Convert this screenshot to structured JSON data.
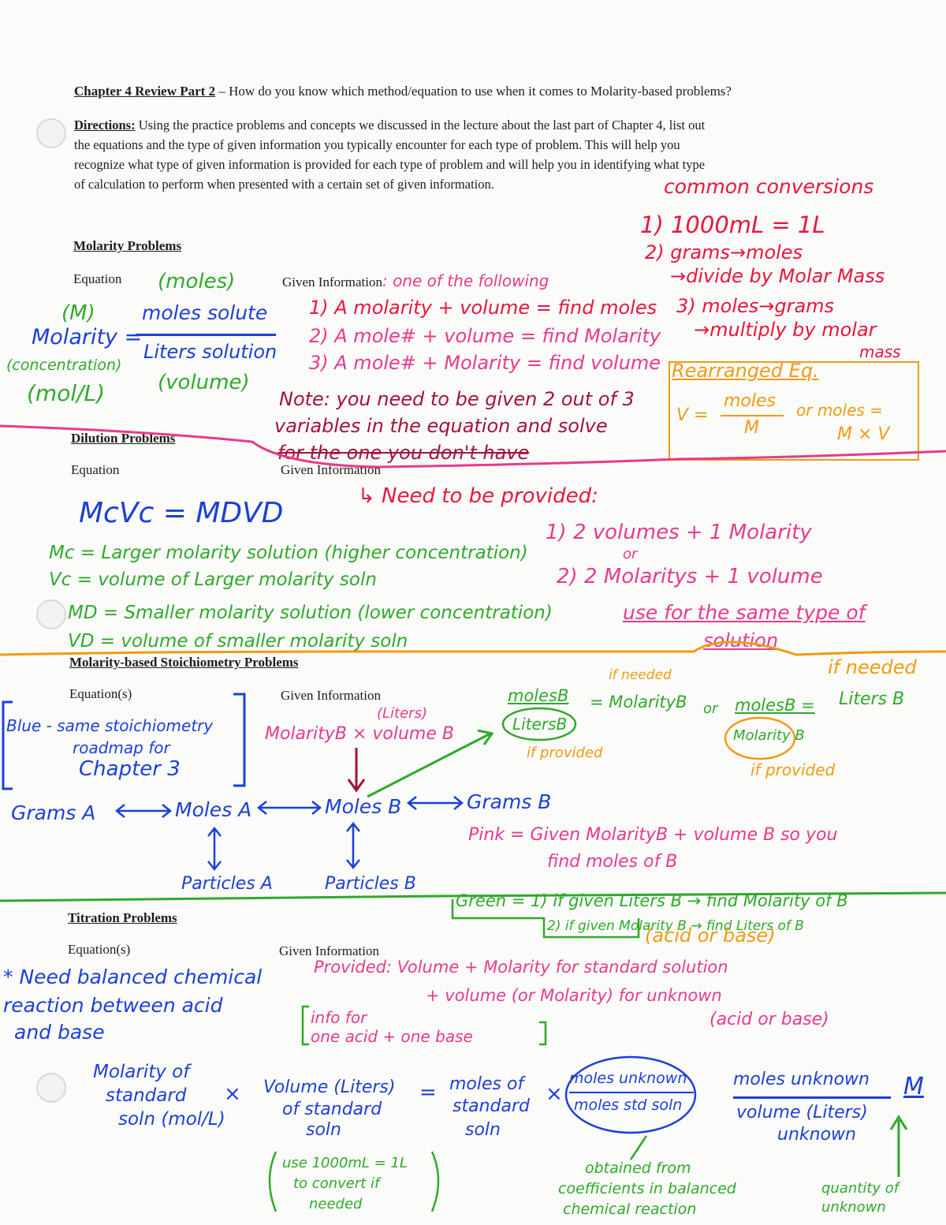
{
  "header": {
    "title": "Chapter 4 Review Part 2",
    "question": "– How do you know which method/equation to use when it comes to Molarity-based problems?",
    "directions_label": "Directions:",
    "directions_lines": [
      " Using the practice problems and concepts we discussed in the lecture about the last part of Chapter 4, list out",
      "the equations and the type of given information you typically encounter for each type of problem. This will help you",
      "recognize what type of given information is provided for each type of problem and will help you in identifying what type",
      "of calculation to perform when presented with a certain set of given information."
    ]
  },
  "conversions": {
    "heading": "common conversions",
    "items": [
      "1) 1000mL = 1L",
      "2) grams→moles",
      "→divide by Molar Mass",
      "3) moles→grams",
      "→multiply by molar",
      "mass"
    ]
  },
  "molarity": {
    "section": "Molarity Problems",
    "equation_label": "Equation",
    "given_label": "Given Information",
    "given_note": ": one of the following",
    "m": "(M)",
    "molarity": "Molarity =",
    "concentration": "(concentration)",
    "units": "(mol/L)",
    "moles_paren": "(moles)",
    "numerator": "moles solute",
    "denominator": "Liters solution",
    "volume_paren": "(volume)",
    "options": [
      "1) A molarity + volume = find moles",
      "2) A mole# + volume = find Molarity",
      "3) A mole# + Molarity = find volume"
    ],
    "note": [
      "Note: you need to be given 2 out of 3",
      "variables in the equation and solve",
      "for the one you don't have"
    ],
    "rearranged": {
      "title": "Rearranged Eq.",
      "v": "V =",
      "num": "moles",
      "den": "M",
      "or": "or moles =",
      "mxv": "M × V"
    }
  },
  "dilution": {
    "section": "Dilution Problems",
    "equation_label": "Equation",
    "given_label": "Given Information",
    "equation": "McVc = MDVD",
    "defs": [
      "Mc = Larger molarity solution (higher concentration)",
      "Vc = volume of Larger molarity soln",
      "MD = Smaller molarity solution (lower concentration)",
      "VD = volume of smaller molarity soln"
    ],
    "need": "↳ Need to be provided:",
    "opt1": "1) 2 volumes + 1 Molarity",
    "or": "or",
    "opt2": "2) 2 Molaritys + 1 volume",
    "same": "use for the same type of",
    "solution": "solution"
  },
  "stoich": {
    "section": "Molarity-based Stoichiometry Problems",
    "equation_label": "Equation(s)",
    "given_label": "Given Information",
    "blue_note": [
      "Blue - same stoichiometry",
      "roadmap for",
      "Chapter 3"
    ],
    "liters": "(Liters)",
    "molarity_volume": "MolarityB × volume B",
    "moles_b_over": "molesB",
    "liters_b": "LitersB",
    "eq_molarity": "= MolarityB",
    "if_needed": "if needed",
    "if_provided": "if provided",
    "or": "or",
    "moles_b_eq": "molesB =",
    "liters_b2": "Liters B",
    "molarity_b": "Molarity B",
    "if_needed2": "if needed",
    "if_provided2": "if provided",
    "grams_a": "Grams A",
    "moles_a": "Moles A",
    "moles_b": "Moles B",
    "grams_b": "Grams B",
    "particles_a": "Particles A",
    "particles_b": "Particles B",
    "pink_note": [
      "Pink = Given MolarityB + volume B so you",
      "find moles of B"
    ],
    "green_note": [
      "Green = 1) if given Liters B → find Molarity of B",
      "2) if given Molarity B → find Liters of B"
    ],
    "acid_base": "(acid or base)"
  },
  "titration": {
    "section": "Titration Problems",
    "equation_label": "Equation(s)",
    "given_label": "Given Information",
    "need_balanced": [
      "* Need balanced chemical",
      "reaction between acid",
      "and base"
    ],
    "provided": "Provided: Volume + Molarity for standard solution",
    "provided2": "+ volume (or Molarity) for unknown",
    "acid_base": "(acid or base)",
    "info_for": [
      "info for",
      "one acid + one base"
    ],
    "terms": [
      "Molarity of",
      "standard",
      "soln (mol/L)"
    ],
    "times": "×",
    "vol": [
      "Volume (Liters)",
      "of standard",
      "soln"
    ],
    "eq": "=",
    "moles_std": [
      "moles of",
      "standard",
      "soln"
    ],
    "ratio_num": "moles unknown",
    "ratio_den": "moles std soln",
    "moles_unknown": "moles unknown",
    "vol_unknown": [
      "volume (Liters)",
      "unknown"
    ],
    "m": "M",
    "use_convert": [
      "use 1000mL = 1L",
      "to convert if",
      "needed"
    ],
    "obtained": [
      "obtained from",
      "coefficients in balanced",
      "chemical reaction"
    ],
    "quantity": [
      "quantity of",
      "unknown"
    ]
  }
}
